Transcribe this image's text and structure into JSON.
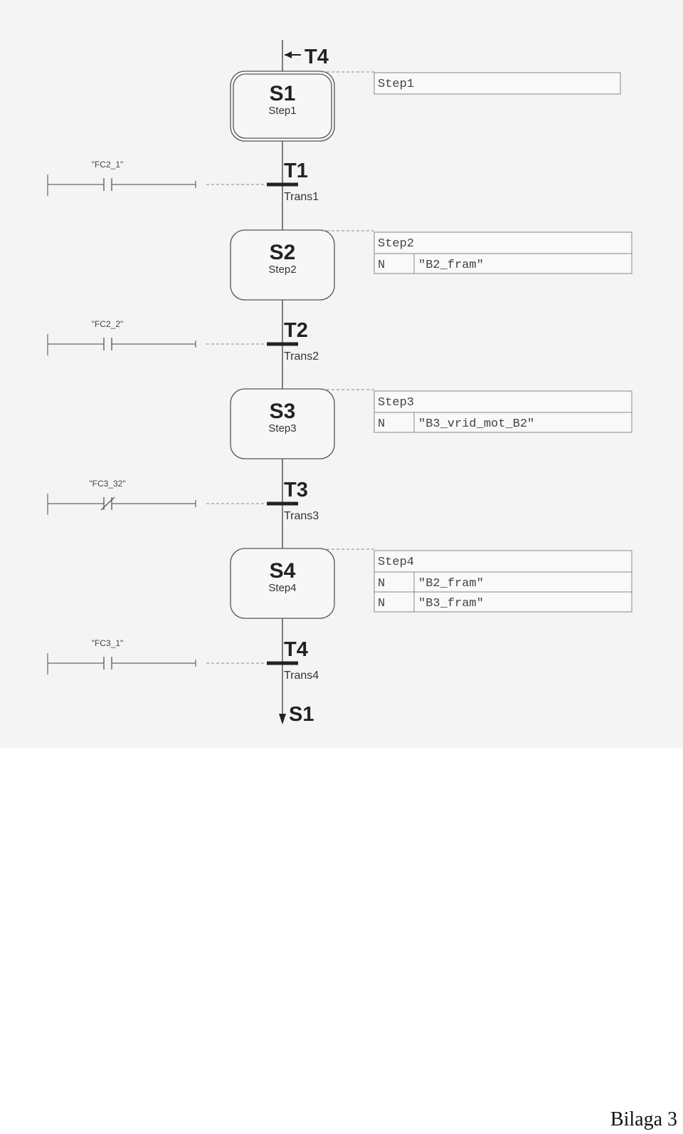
{
  "entry": {
    "arrow_label": "T4"
  },
  "exit": {
    "arrow_label": "S1"
  },
  "steps": [
    {
      "id": "S1",
      "name": "Step1",
      "initial": true,
      "action_header": "Step1",
      "actions": []
    },
    {
      "id": "S2",
      "name": "Step2",
      "initial": false,
      "action_header": "Step2",
      "actions": [
        {
          "qualifier": "N",
          "operand": "\"B2_fram\""
        }
      ]
    },
    {
      "id": "S3",
      "name": "Step3",
      "initial": false,
      "action_header": "Step3",
      "actions": [
        {
          "qualifier": "N",
          "operand": "\"B3_vrid_mot_B2\""
        }
      ]
    },
    {
      "id": "S4",
      "name": "Step4",
      "initial": false,
      "action_header": "Step4",
      "actions": [
        {
          "qualifier": "N",
          "operand": "\"B2_fram\""
        },
        {
          "qualifier": "N",
          "operand": "\"B3_fram\""
        }
      ]
    }
  ],
  "transitions": [
    {
      "id": "T1",
      "name": "Trans1",
      "contact_label": "\"FC2_1\"",
      "contact_type": "NO"
    },
    {
      "id": "T2",
      "name": "Trans2",
      "contact_label": "\"FC2_2\"",
      "contact_type": "NO"
    },
    {
      "id": "T3",
      "name": "Trans3",
      "contact_label": "\"FC3_32\"",
      "contact_type": "NC"
    },
    {
      "id": "T4",
      "name": "Trans4",
      "contact_label": "\"FC3_1\"",
      "contact_type": "NO"
    }
  ],
  "footer": {
    "text": "Bilaga 3"
  }
}
